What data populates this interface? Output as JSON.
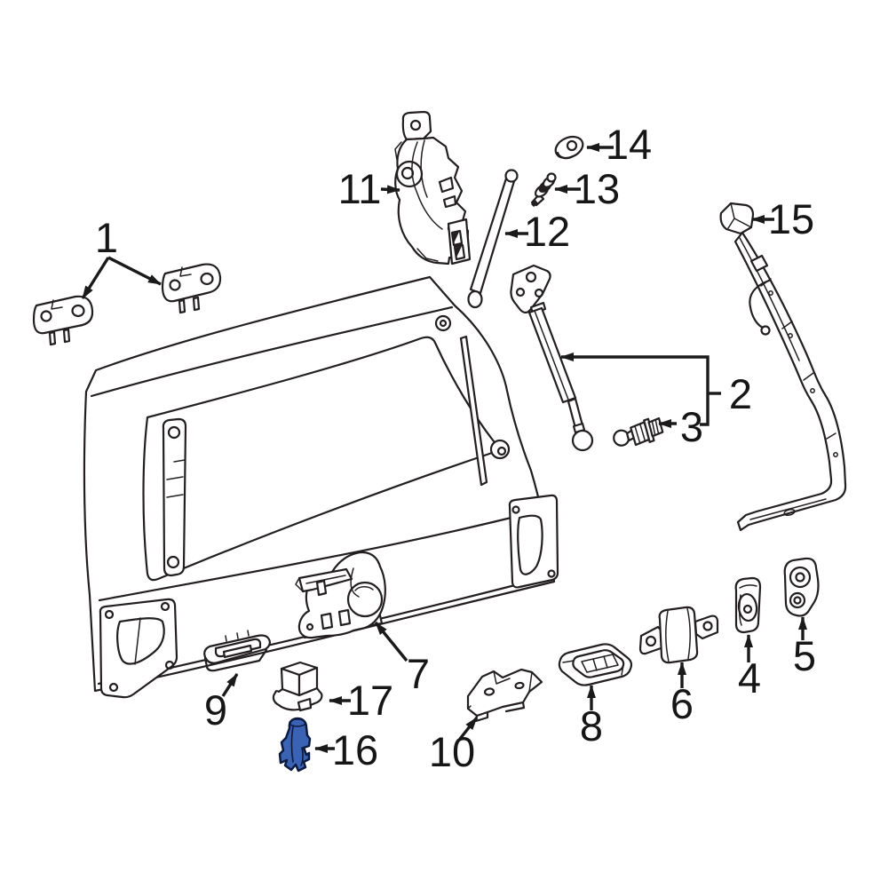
{
  "diagram": {
    "background_color": "#ffffff",
    "line_color": "#231f20",
    "highlight_fill": "#3b63b3",
    "highlight_outline": "#0c1a40",
    "callouts": [
      {
        "number": "1"
      },
      {
        "number": "2"
      },
      {
        "number": "3"
      },
      {
        "number": "4"
      },
      {
        "number": "5"
      },
      {
        "number": "6"
      },
      {
        "number": "7"
      },
      {
        "number": "8"
      },
      {
        "number": "9"
      },
      {
        "number": "10"
      },
      {
        "number": "11"
      },
      {
        "number": "12"
      },
      {
        "number": "13"
      },
      {
        "number": "14"
      },
      {
        "number": "15"
      },
      {
        "number": "16"
      },
      {
        "number": "17"
      }
    ]
  }
}
